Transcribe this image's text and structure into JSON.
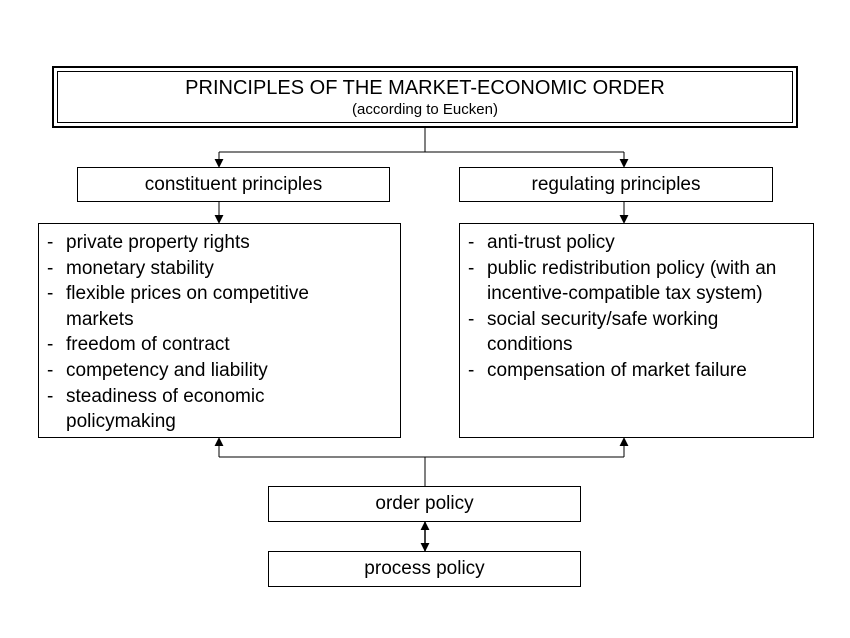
{
  "title": {
    "main": "PRINCIPLES OF THE MARKET-ECONOMIC ORDER",
    "sub": "(according to Eucken)"
  },
  "constituent": {
    "header": "constituent principles",
    "items": [
      "private property rights",
      "monetary stability",
      "flexible prices on competitive markets",
      "freedom of contract",
      "competency and liability",
      "steadiness of economic policymaking"
    ]
  },
  "regulating": {
    "header": "regulating principles",
    "items": [
      "anti-trust policy",
      "public redistribution policy (with an incentive-compatible tax system)",
      "social security/safe working conditions",
      "compensation of market failure"
    ]
  },
  "order_policy": "order policy",
  "process_policy": "process policy"
}
